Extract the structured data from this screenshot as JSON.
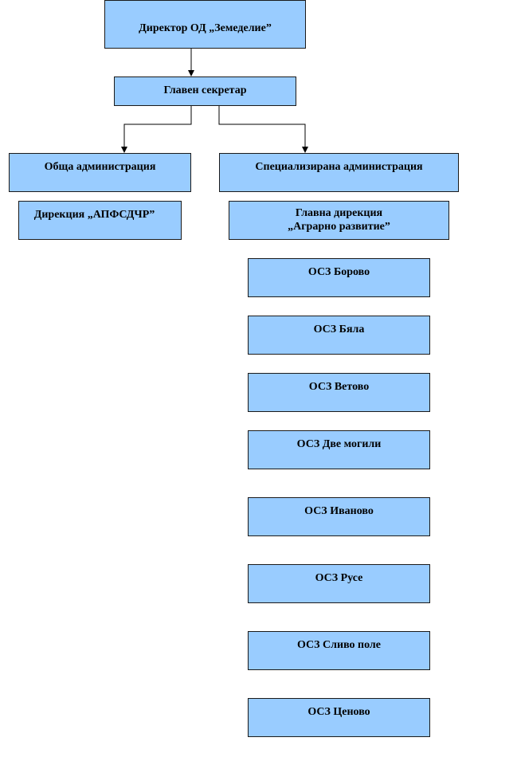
{
  "director": {
    "label": "Директор ОД „Земеделие”"
  },
  "secretary": {
    "label": "Главен секретар"
  },
  "general_admin": {
    "label": "Обща администрация"
  },
  "specialized_admin": {
    "label": "Специализирана администрация"
  },
  "apfsdchr_directorate": {
    "label": "Дирекция „АПФСДЧР”"
  },
  "agro_directorate": {
    "line1": "Главна дирекция",
    "line2": "„Аграрно развитие”"
  },
  "osz_offices": [
    "ОСЗ Борово",
    "ОСЗ Бяла",
    "ОСЗ Ветово",
    "ОСЗ Две могили",
    "ОСЗ Иваново",
    "ОСЗ Русе",
    "ОСЗ Сливо поле",
    "ОСЗ Ценово"
  ],
  "colors": {
    "box_fill": "#99ccff",
    "box_border": "#1a1a1a",
    "connector": "#000000"
  }
}
